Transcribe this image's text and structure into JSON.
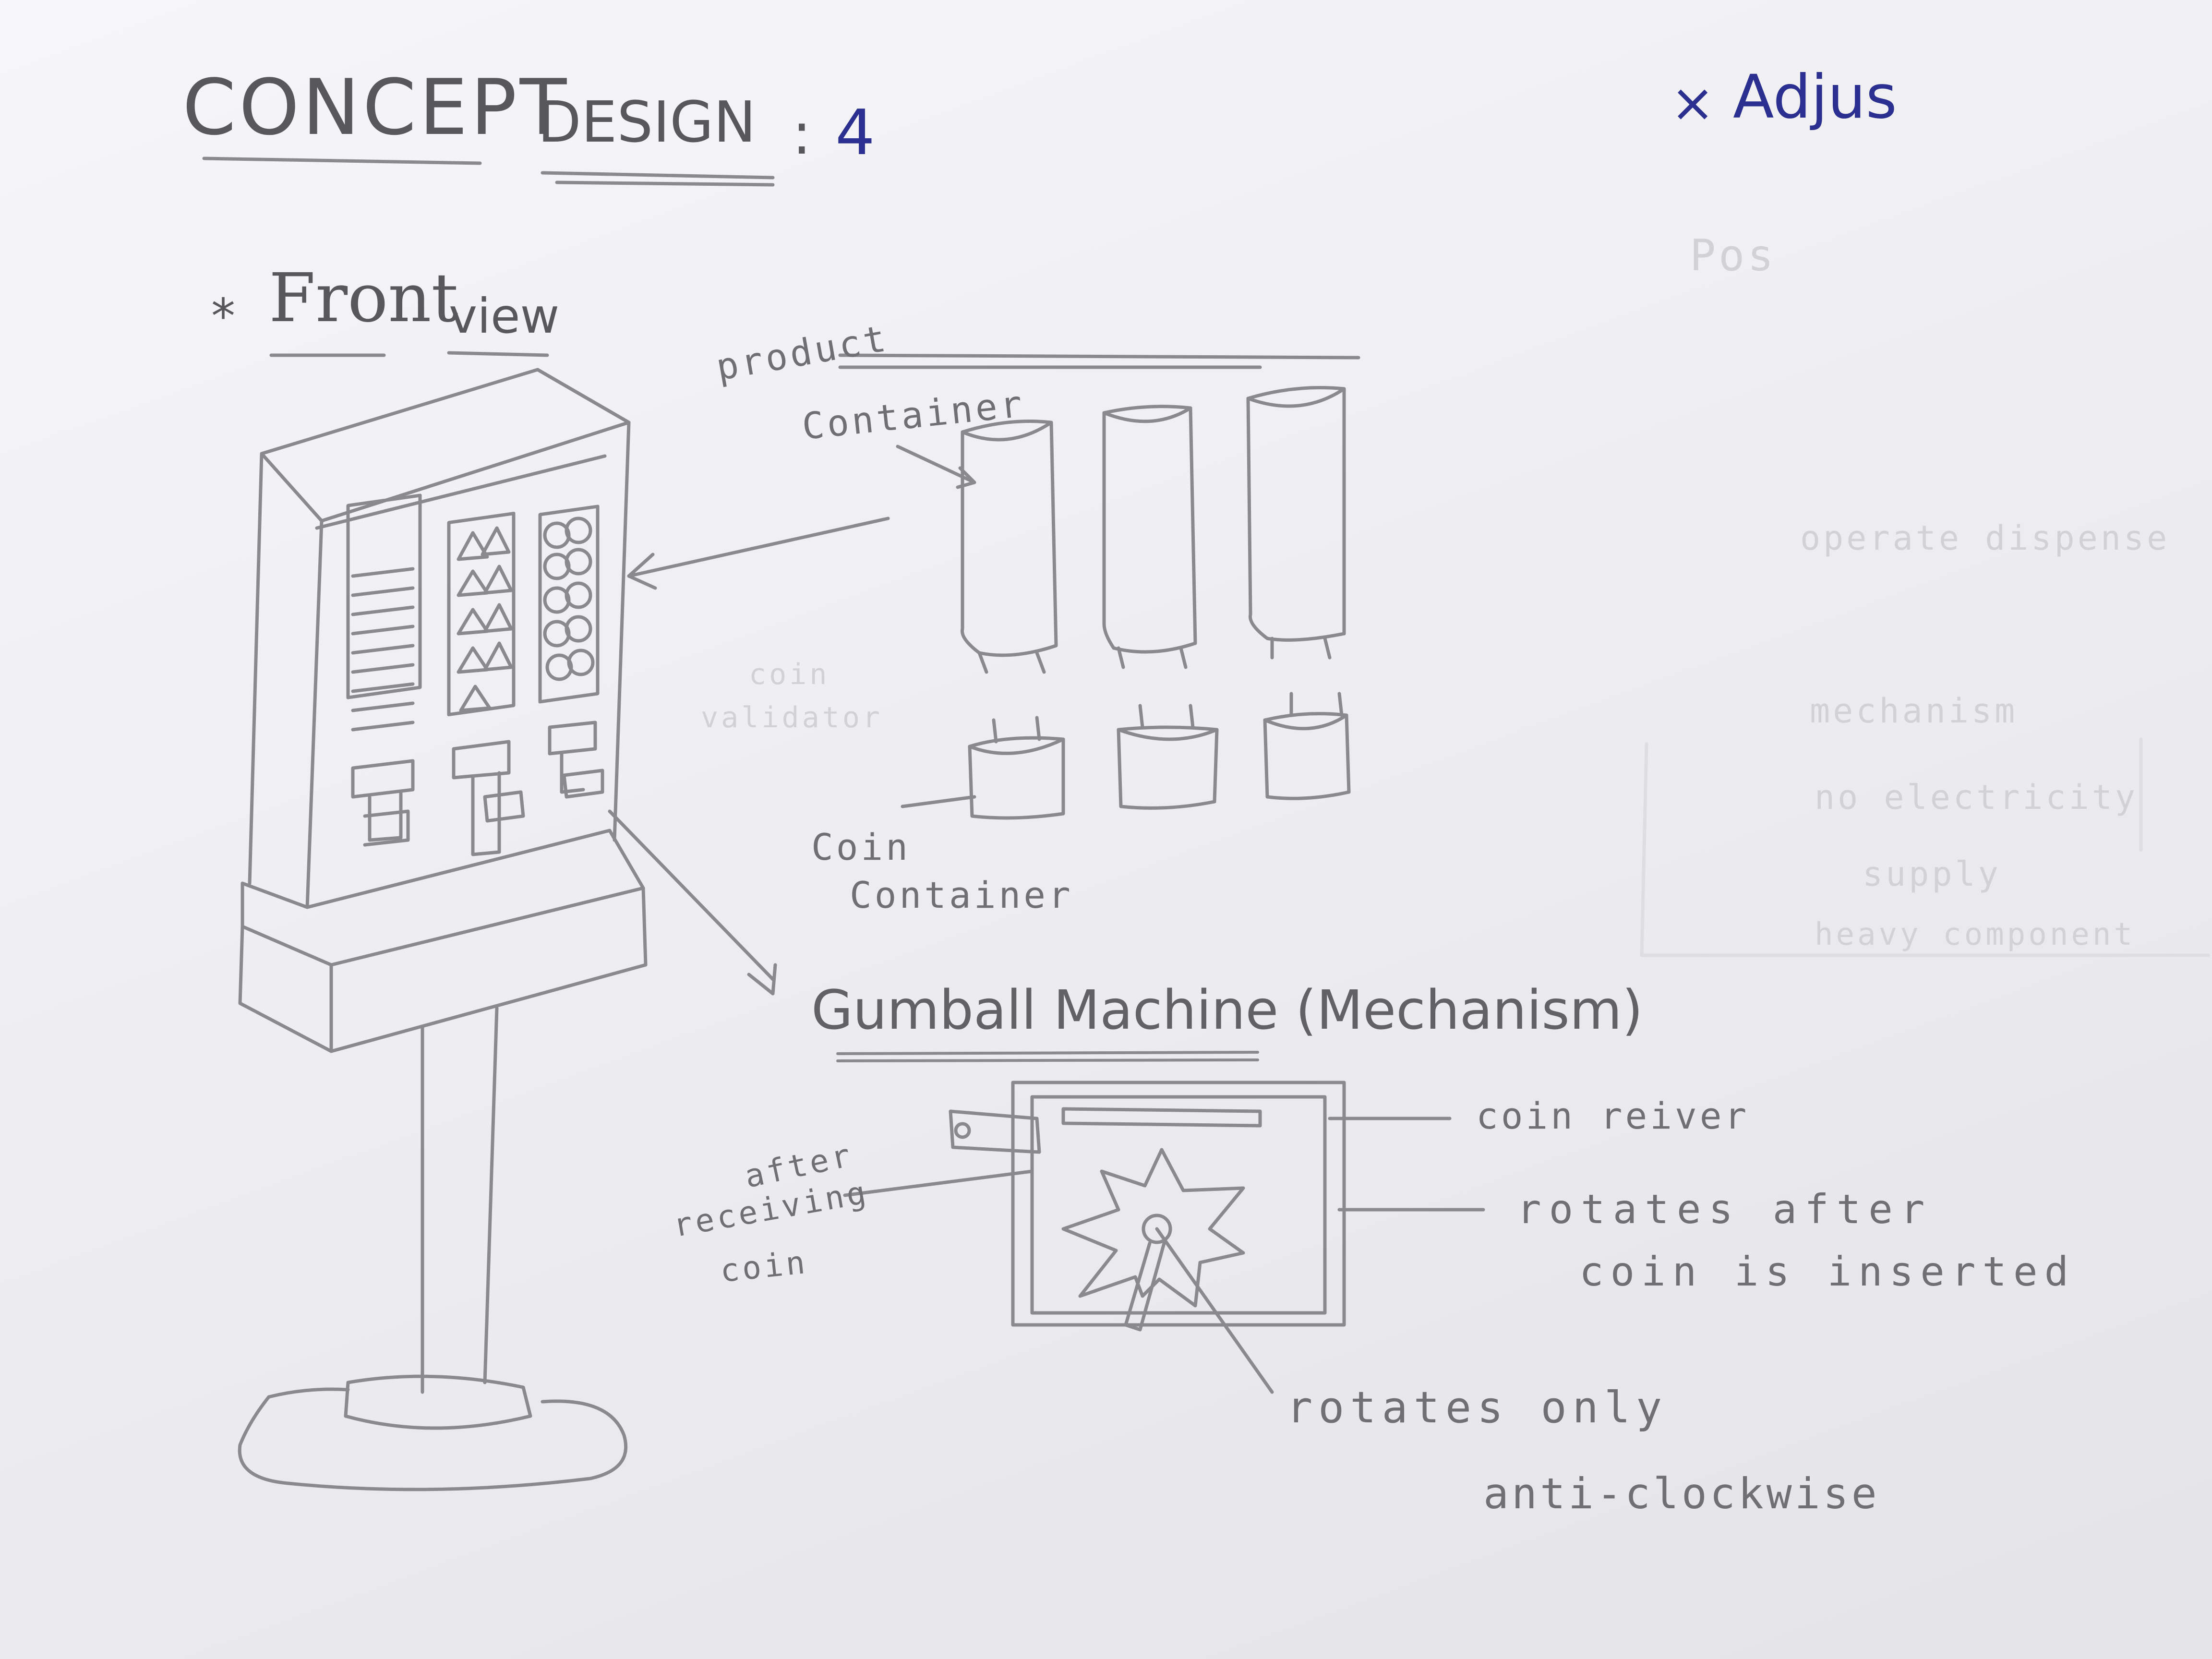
{
  "title": {
    "concept": "CONCEPT",
    "design": "DESIGN",
    "separator": ":",
    "number": "4"
  },
  "side_note": {
    "bullet": "×",
    "text": "Adjus"
  },
  "front_view": {
    "bullet": "*",
    "word1": "Front",
    "word2": "view"
  },
  "labels": {
    "product_container_1": "product",
    "product_container_2": "Container",
    "coin_validator_1": "coin",
    "coin_validator_2": "validator",
    "coin_container_1": "Coin",
    "coin_container_2": "Container",
    "gumball_heading": "Gumball Machine (Mechanism)",
    "coin_receiver": "coin reiver",
    "rotates_after_1": "rotates after",
    "rotates_after_2": "coin is inserted",
    "after_receiving_1": "after",
    "after_receiving_2": "receiving",
    "after_receiving_3": "coin",
    "rotates_only_1": "rotates only",
    "rotates_only_2": "anti-clockwise"
  },
  "faded_notes": [
    "Pos",
    "operate dispense",
    "mechanism",
    "no electricity",
    "supply",
    "heavy component"
  ],
  "colors": {
    "pencil": "#8a8a8e",
    "ink": "#2b2f8f",
    "paper": "#f2f2f4"
  }
}
